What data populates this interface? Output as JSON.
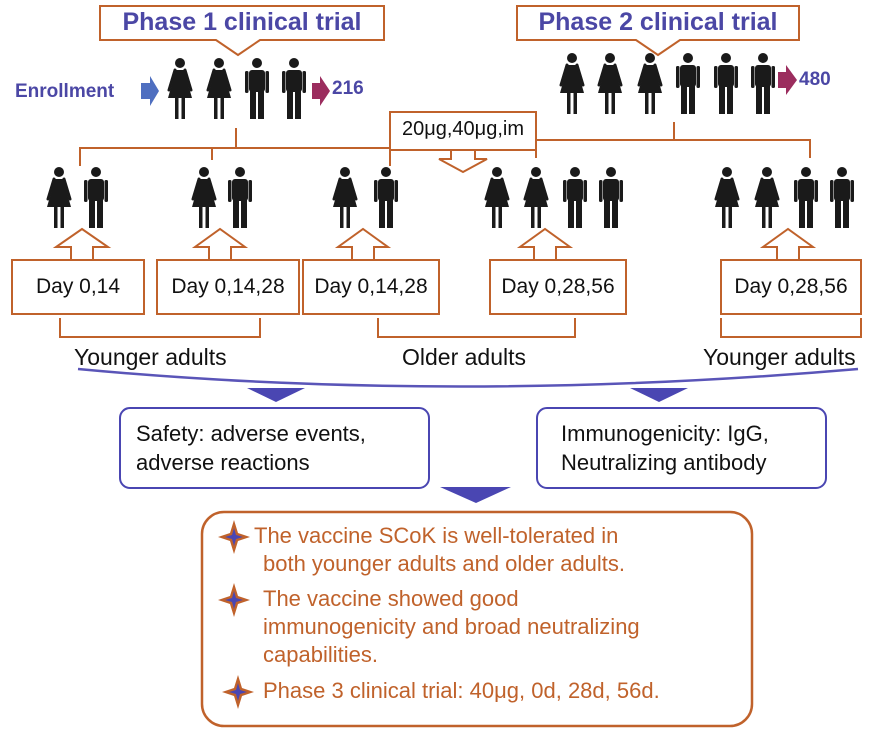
{
  "phase1": {
    "title": "Phase 1 clinical trial",
    "enrollment_label": "Enrollment",
    "count": "216"
  },
  "phase2": {
    "title": "Phase 2 clinical trial",
    "count": "480"
  },
  "dose": "20μg,40μg,im",
  "schedules": [
    {
      "label": "Day 0,14"
    },
    {
      "label": "Day 0,14,28"
    },
    {
      "label": "Day 0,14,28"
    },
    {
      "label": "Day 0,28,56"
    },
    {
      "label": "Day 0,28,56"
    }
  ],
  "groups": [
    {
      "label": "Younger adults"
    },
    {
      "label": "Older adults"
    },
    {
      "label": "Younger adults"
    }
  ],
  "outcomes": {
    "safety": "Safety: adverse events, adverse reactions",
    "immunogenicity": "Immunogenicity: IgG, Neutralizing antibody"
  },
  "conclusions": [
    {
      "lines": [
        "The vaccine SCoK is well-tolerated in",
        "both younger adults and older adults."
      ]
    },
    {
      "lines": [
        "The vaccine showed good",
        "immunogenicity and broad neutralizing",
        "capabilities."
      ]
    },
    {
      "lines": [
        " Phase 3 clinical trial: 40μg, 0d, 28d, 56d."
      ]
    }
  ],
  "colors": {
    "brown": "#c0622b",
    "purple": "#4b47a5",
    "figure": "#1a1a1a"
  }
}
